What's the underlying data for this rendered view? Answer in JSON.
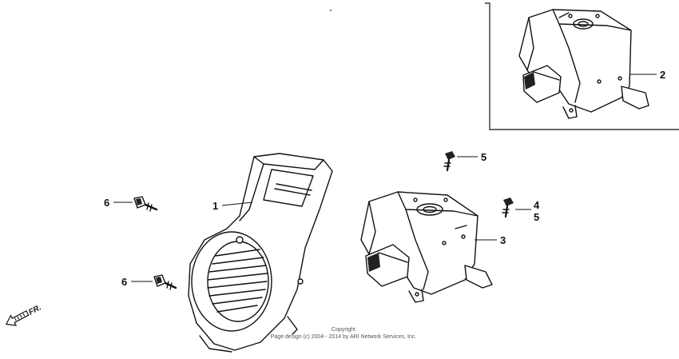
{
  "callouts": {
    "c1": "1",
    "c2": "2",
    "c3": "3",
    "c4": "4",
    "c5a": "5",
    "c5b": "5",
    "c6a": "6",
    "c6b": "6"
  },
  "direction": {
    "label": "FR."
  },
  "copyright": {
    "line1": "Copyright",
    "line2": "Page design (c) 2004 - 2014 by ARI Network Services, Inc."
  }
}
